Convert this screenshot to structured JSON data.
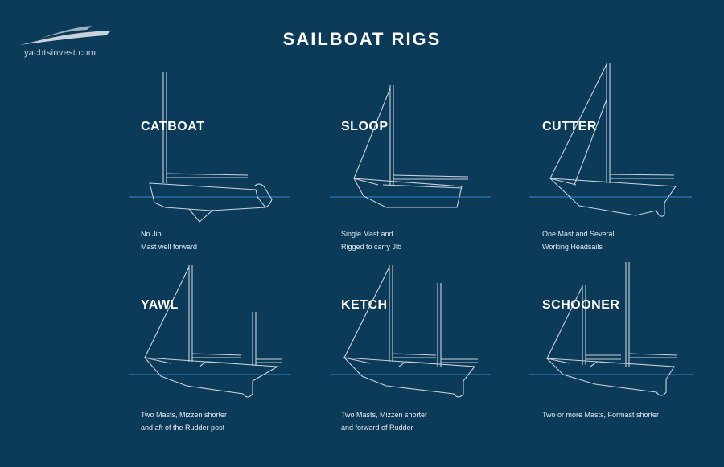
{
  "brand": {
    "logo_text": "yachtsinvest.com",
    "logo_icon": "yacht-logo-icon"
  },
  "title": "SAILBOAT RIGS",
  "colors": {
    "background": "#0c3a59",
    "line": "#c9d2dc",
    "waterline": "#2f78b3",
    "text": "#ffffff"
  },
  "rigs": [
    {
      "name": "CATBOAT",
      "desc1": "No Jib",
      "desc2": "Mast well forward"
    },
    {
      "name": "SLOOP",
      "desc1": "Single Mast and",
      "desc2": "Rigged to carry Jib"
    },
    {
      "name": "CUTTER",
      "desc1": "One Mast and Several",
      "desc2": "Working Headsails"
    },
    {
      "name": "YAWL",
      "desc1": "Two Masts, Mizzen shorter",
      "desc2": "and aft of the Rudder post"
    },
    {
      "name": "KETCH",
      "desc1": "Two Masts, Mizzen shorter",
      "desc2": "and forward of Rudder"
    },
    {
      "name": "SCHOONER",
      "desc1": "Two or more Masts, Formast shorter",
      "desc2": ""
    }
  ]
}
